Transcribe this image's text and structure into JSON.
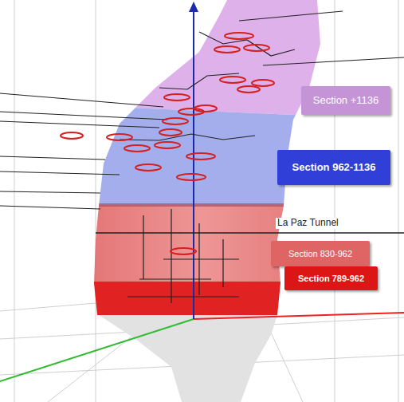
{
  "diagram": {
    "nodes": [
      {
        "text": [
          "Section +1136"
        ]
      },
      {
        "text": [
          "Section 962-1136"
        ]
      },
      {
        "text": [
          "Section 830-962"
        ]
      },
      {
        "text": [
          "Section 789-962"
        ]
      }
    ],
    "labels": [
      "La Paz Tunnel"
    ]
  }
}
